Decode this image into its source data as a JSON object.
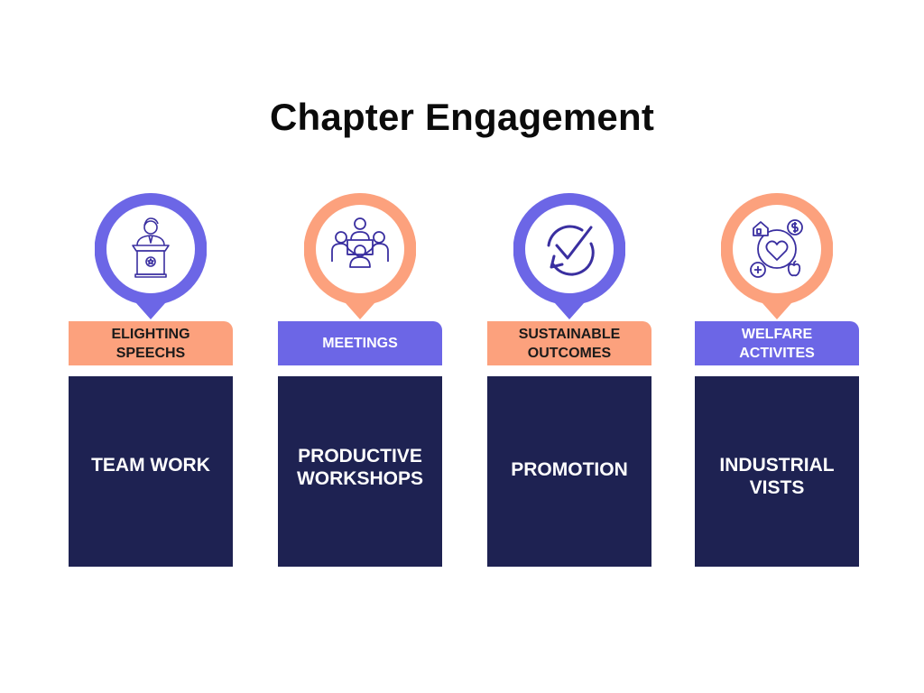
{
  "title": "Chapter Engagement",
  "colors": {
    "purple": "#6c66e6",
    "orange": "#fca17d",
    "navy": "#1e2252",
    "icon_stroke": "#3a2fa0"
  },
  "columns": [
    {
      "icon": "podium-speaker-icon",
      "ring_color": "purple",
      "label": "ELIGHTING\nSPEECHS",
      "label_color": "orange",
      "card": "TEAM WORK"
    },
    {
      "icon": "team-meeting-icon",
      "ring_color": "orange",
      "label": "MEETINGS",
      "label_color": "purple",
      "card": "PRODUCTIVE\nWORKSHOPS"
    },
    {
      "icon": "cycle-check-icon",
      "ring_color": "purple",
      "label": "SUSTAINABLE\nOUTCOMES",
      "label_color": "orange",
      "card": "PROMOTION"
    },
    {
      "icon": "welfare-heart-icon",
      "ring_color": "orange",
      "label": "WELFARE\nACTIVITES",
      "label_color": "purple",
      "card": "INDUSTRIAL\nVISTS"
    }
  ]
}
